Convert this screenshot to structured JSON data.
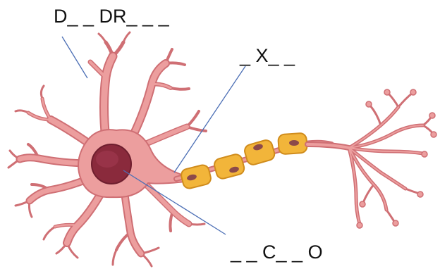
{
  "labels": {
    "dendrite": "D_ _ DR_ _ _",
    "axon": "_ X_ _",
    "nucleus": "_ _ C_ _ O"
  },
  "colors": {
    "cell_body": "#ec9e9e",
    "cell_outline": "#cf6f74",
    "nucleus": "#8a2a3c",
    "myelin": "#f2b53a",
    "myelin_outline": "#d08c1c",
    "myelin_spot": "#8c4a4a",
    "pointer_line": "#4c6fb5"
  },
  "icons": [
    "neuron-illustration"
  ]
}
